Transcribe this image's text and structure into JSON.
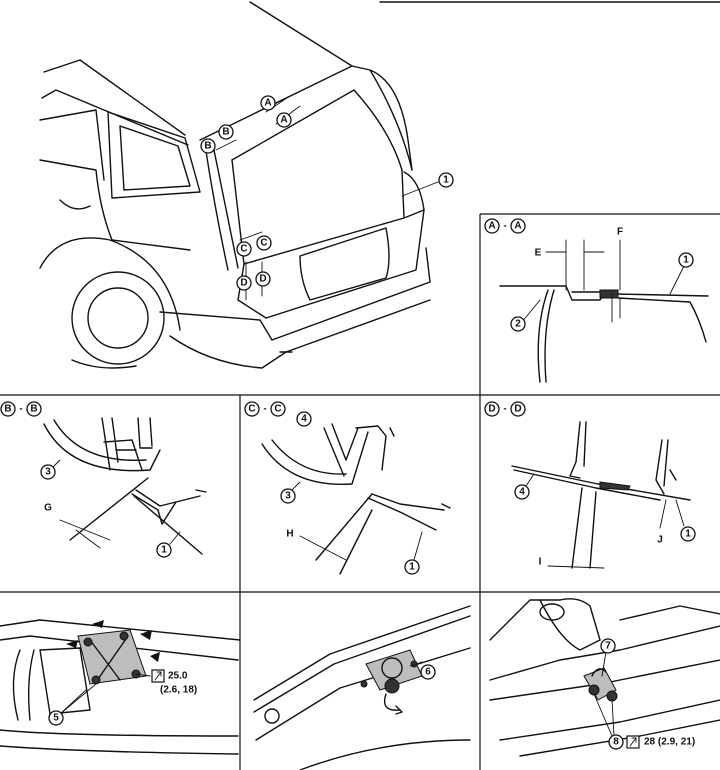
{
  "callouts": {
    "panel_1": "1",
    "s1": "1",
    "s2": "2",
    "s3": "3",
    "s4": "4",
    "s5": "5",
    "s6": "6",
    "s7": "7",
    "s8": "8"
  },
  "section_refs": {
    "a": "A",
    "b": "B",
    "c": "C",
    "d": "D"
  },
  "section_titles": {
    "aa_left": "A",
    "aa_right": "A",
    "bb_left": "B",
    "bb_right": "B",
    "cc_left": "C",
    "cc_right": "C",
    "dd_left": "D",
    "dd_right": "D",
    "dash": "-"
  },
  "dimensions": {
    "e": "E",
    "f": "F",
    "g": "G",
    "h": "H",
    "i": "I",
    "j": "J"
  },
  "torque": {
    "bracket_value": "25.0",
    "bracket_sub": "(2.6, 18)",
    "bolt_value": "28 (2.9, 21)"
  },
  "icons": {
    "torque": "torque-wrench-icon"
  }
}
